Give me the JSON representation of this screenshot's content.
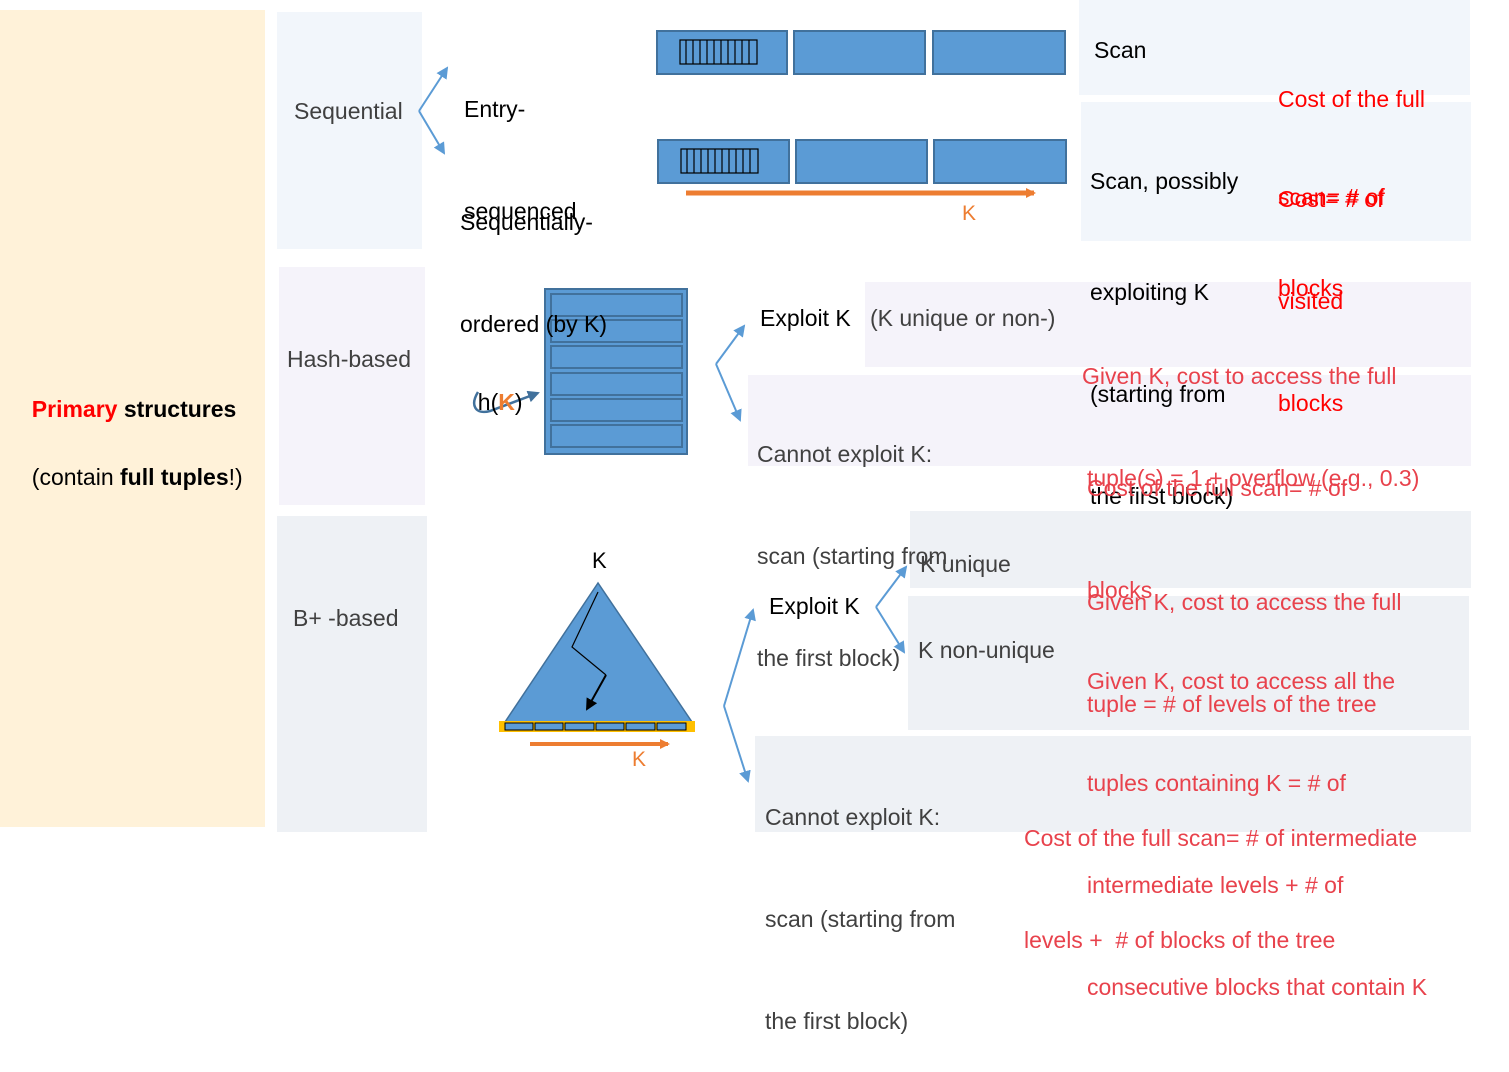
{
  "left_panel": {
    "primary_word": "Primary",
    "structures_word": " structures",
    "contain_prefix": "(contain ",
    "contain_bold": "full tuples",
    "contain_suffix": "!)"
  },
  "colors": {
    "left_panel_bg": "#fff2d9",
    "sequential_bg": "#f2f6fb",
    "hash_bg": "#f5f3fa",
    "bplus_bg": "#eef1f5",
    "block_fill": "#5b9bd5",
    "block_stroke": "#41719c",
    "arrow_blue": "#5b9bd5",
    "orange": "#ed7d31",
    "leaf_bar": "#ffc000",
    "red": "#ff0000",
    "pink_red": "#e8424c"
  },
  "sequential": {
    "label": "Sequential",
    "entry_line1": "Entry-",
    "entry_line2": "sequenced",
    "ordered_line1": "Sequentially-",
    "ordered_line2": "ordered (by K)",
    "k_label": "K",
    "entry_access": "Scan",
    "entry_cost_line1": "Cost of the full",
    "entry_cost_line2": "scan= # of",
    "entry_cost_line3": "blocks",
    "ordered_access_line1": "Scan, possibly",
    "ordered_access_line2": "exploiting K",
    "ordered_access_line3": "(starting from",
    "ordered_access_line4": "the first block)",
    "ordered_cost_line1": "Cost= # of",
    "ordered_cost_line2": "visited",
    "ordered_cost_line3": "blocks"
  },
  "hash": {
    "label": "Hash-based",
    "hfunc_prefix": "h(",
    "hfunc_k": "K",
    "hfunc_suffix": ")",
    "exploit": "Exploit K",
    "exploit_note": "(K unique or non-)",
    "exploit_cost_line1": "Given K, cost to access the full",
    "exploit_cost_line2": "tuple(s) = 1 + overflow (e.g., 0.3)",
    "noexploit_line1": "Cannot exploit K:",
    "noexploit_line2": "scan (starting from",
    "noexploit_line3": "the first block)",
    "noexploit_cost_line1": "Cost of the full scan= # of",
    "noexploit_cost_line2": "blocks"
  },
  "bplus": {
    "label": "B+ -based",
    "root_k": "K",
    "leaf_k": "K",
    "exploit": "Exploit K",
    "unique": "K unique",
    "unique_cost_line1": "Given K, cost to access the full",
    "unique_cost_line2": "tuple = # of levels of the tree",
    "nonunique": "K non-unique",
    "nonunique_cost_line1": "Given K, cost to access all the",
    "nonunique_cost_line2": "tuples containing K = # of",
    "nonunique_cost_line3": "intermediate levels + # of",
    "nonunique_cost_line4": "consecutive blocks that contain K",
    "noexploit_line1": "Cannot exploit K:",
    "noexploit_line2": "scan (starting from",
    "noexploit_line3": "the first block)",
    "noexploit_cost_line1": "Cost of the full scan= # of intermediate",
    "noexploit_cost_line2": "levels +  # of blocks of the tree"
  }
}
